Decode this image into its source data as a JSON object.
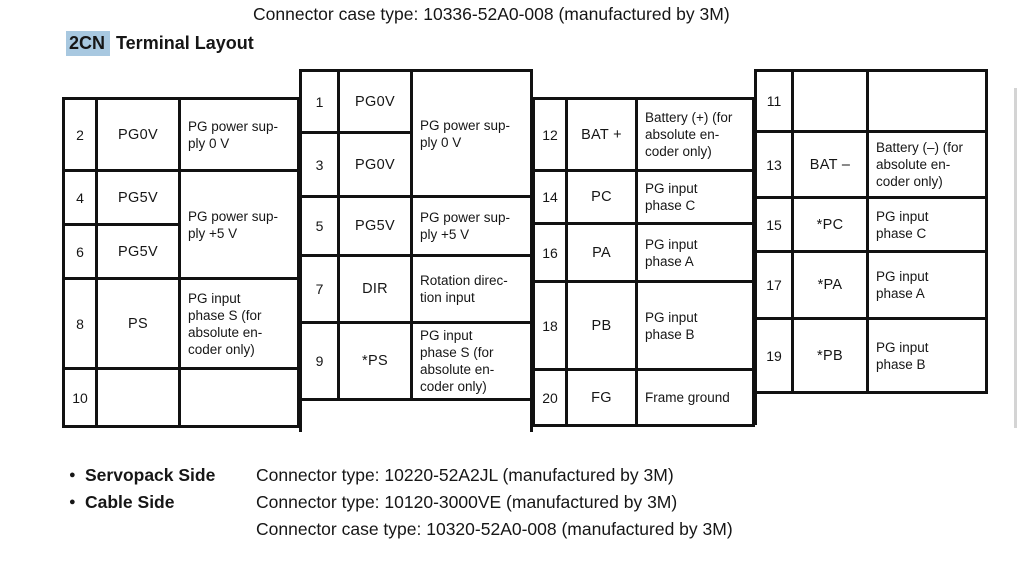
{
  "page": {
    "top_note": "Connector case type: 10336-52A0-008 (manufactured by 3M)",
    "title": {
      "highlight": "2CN",
      "rest": "Terminal Layout"
    },
    "footer": [
      {
        "bullet": "●",
        "label": "Servopack Side",
        "text": "Connector type: 10220-52A2JL (manufactured by 3M)"
      },
      {
        "bullet": "●",
        "label": "Cable Side",
        "text": "Connector type: 10120-3000VE (manufactured by 3M)"
      },
      {
        "bullet": "",
        "label": "",
        "text": "Connector case type: 10320-52A0-008 (manufactured by 3M)"
      }
    ],
    "colors": {
      "highlight": "#a8c8e0",
      "text": "#161616",
      "table_border": "#111111"
    }
  },
  "tables": {
    "left_even": {
      "rows": [
        {
          "pin": "2",
          "name": "PG0V",
          "desc": "PG power sup-\nply 0 V"
        },
        {
          "pin": "4",
          "name": "PG5V",
          "desc": "PG power sup-\nply +5 V"
        },
        {
          "pin": "6",
          "name": "PG5V"
        },
        {
          "pin": "8",
          "name": "PS",
          "desc": "PG input\nphase S (for\nabsolute en-\ncoder only)"
        },
        {
          "pin": "10",
          "name": "",
          "desc": ""
        }
      ]
    },
    "mid_odd": {
      "rows": [
        {
          "pin": "1",
          "name": "PG0V",
          "desc": "PG power sup-\nply 0 V"
        },
        {
          "pin": "3",
          "name": "PG0V"
        },
        {
          "pin": "5",
          "name": "PG5V",
          "desc": "PG power sup-\nply +5 V"
        },
        {
          "pin": "7",
          "name": "DIR",
          "desc": "Rotation direc-\ntion input"
        },
        {
          "pin": "9",
          "name": "*PS",
          "desc": "PG input\nphase S (for\nabsolute en-\ncoder only)"
        }
      ]
    },
    "mid_even": {
      "rows": [
        {
          "pin": "12",
          "name": "BAT +",
          "desc": "Battery (+) (for\nabsolute en-\ncoder only)"
        },
        {
          "pin": "14",
          "name": "PC",
          "desc": "PG input\nphase C"
        },
        {
          "pin": "16",
          "name": "PA",
          "desc": "PG input\nphase A"
        },
        {
          "pin": "18",
          "name": "PB",
          "desc": "PG input\nphase B"
        },
        {
          "pin": "20",
          "name": "FG",
          "desc": "Frame ground"
        }
      ]
    },
    "right_odd": {
      "rows": [
        {
          "pin": "11",
          "name": "",
          "desc": ""
        },
        {
          "pin": "13",
          "name": "BAT –",
          "desc": "Battery (–) (for\nabsolute en-\ncoder only)"
        },
        {
          "pin": "15",
          "name": "*PC",
          "desc": "PG input\nphase C"
        },
        {
          "pin": "17",
          "name": "*PA",
          "desc": "PG input\nphase A"
        },
        {
          "pin": "19",
          "name": "*PB",
          "desc": "PG input\nphase B"
        }
      ]
    }
  }
}
